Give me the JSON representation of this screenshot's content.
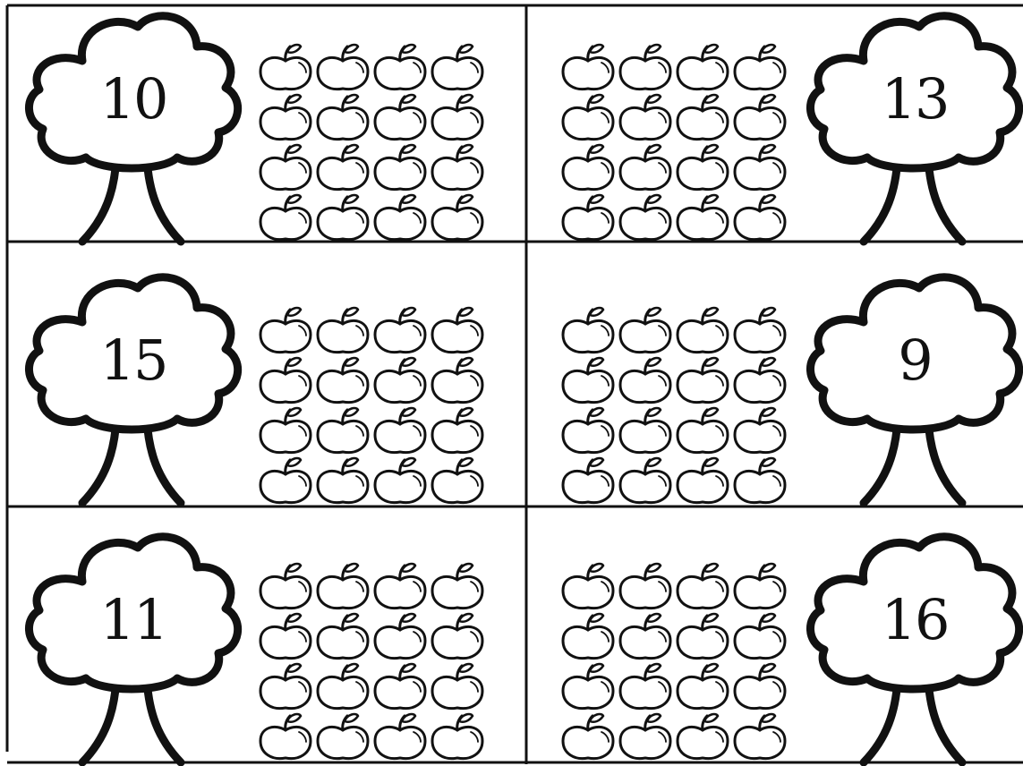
{
  "worksheet": {
    "cards": [
      {
        "number": "10",
        "tree_side": "left",
        "apples_per_row": 4,
        "apple_rows": 4
      },
      {
        "number": "13",
        "tree_side": "right",
        "apples_per_row": 4,
        "apple_rows": 4
      },
      {
        "number": "15",
        "tree_side": "left",
        "apples_per_row": 4,
        "apple_rows": 4
      },
      {
        "number": "9",
        "tree_side": "right",
        "apples_per_row": 4,
        "apple_rows": 4
      },
      {
        "number": "11",
        "tree_side": "left",
        "apples_per_row": 4,
        "apple_rows": 4
      },
      {
        "number": "16",
        "tree_side": "right",
        "apples_per_row": 4,
        "apple_rows": 4
      }
    ],
    "icons": {
      "tree": "tree-icon",
      "apple": "apple-icon"
    },
    "colors": {
      "ink": "#111111",
      "paper": "#ffffff"
    }
  }
}
